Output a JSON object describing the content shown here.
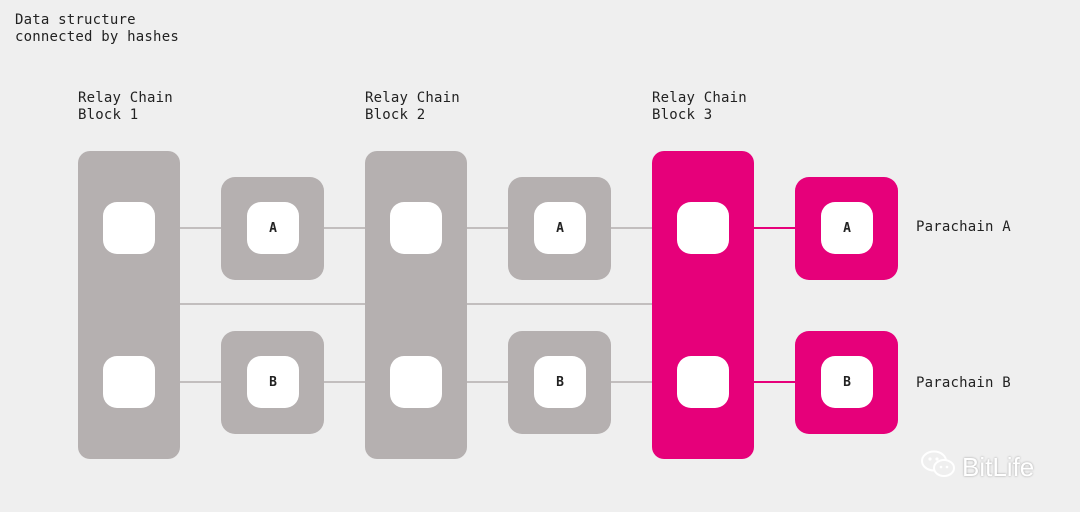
{
  "diagram": {
    "title": "Data structure\nconnected by hashes",
    "blocks": [
      {
        "label": "Relay Chain\nBlock 1",
        "color": "#b5b0b0"
      },
      {
        "label": "Relay Chain\nBlock 2",
        "color": "#b5b0b0"
      },
      {
        "label": "Relay Chain\nBlock 3",
        "color": "#e6007a"
      }
    ],
    "parachains": [
      {
        "cell_label": "A",
        "name": "Parachain A"
      },
      {
        "cell_label": "B",
        "name": "Parachain B"
      }
    ],
    "colors": {
      "gray_block": "#b5b0b0",
      "highlight": "#e6007a",
      "connector_gray": "#c2bebe",
      "cell": "#ffffff",
      "background": "#efefef"
    }
  },
  "watermark": {
    "text": "BitLife"
  }
}
